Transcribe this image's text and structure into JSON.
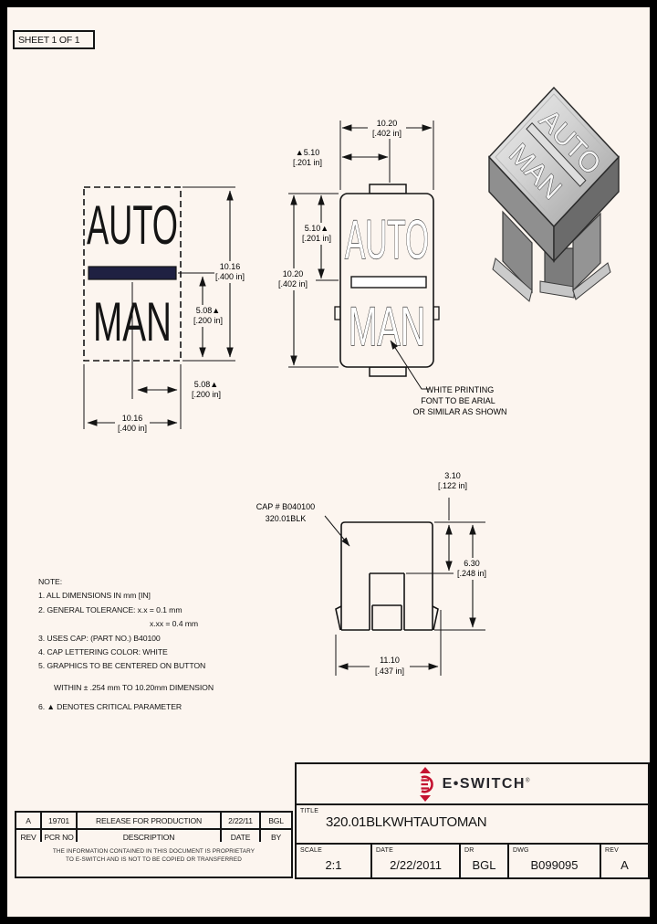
{
  "sheet": {
    "label": "SHEET 1 OF 1"
  },
  "front_view": {
    "auto": "AUTO",
    "man": "MAN",
    "dim_height": {
      "mm": "10.16",
      "in": "[.400 in]"
    },
    "dim_half_height": {
      "mm": "5.08▲",
      "in": "[.200 in]"
    },
    "dim_half_width": {
      "mm": "5.08▲",
      "in": "[.200 in]"
    },
    "dim_width": {
      "mm": "10.16",
      "in": "[.400 in]"
    }
  },
  "top_view": {
    "auto": "AUTO",
    "man": "MAN",
    "dim_width": {
      "mm": "10.20",
      "in": "[.402 in]"
    },
    "dim_half_width": {
      "mm": "▲5.10",
      "in": "[.201 in]"
    },
    "dim_half_height": {
      "mm": "5.10▲",
      "in": "[.201 in]"
    },
    "dim_height": {
      "mm": "10.20",
      "in": "[.402 in]"
    },
    "callout": {
      "line1": "WHITE PRINTING",
      "line2": "FONT TO BE ARIAL",
      "line3": "OR SIMILAR AS SHOWN"
    }
  },
  "iso_view": {
    "auto": "AUTO",
    "man": "MAN"
  },
  "side_view": {
    "callout": {
      "line1": "CAP # B040100",
      "line2": "320.01BLK"
    },
    "dim_step": {
      "mm": "3.10",
      "in": "[.122 in]"
    },
    "dim_height": {
      "mm": "6.30",
      "in": "[.248 in]"
    },
    "dim_width": {
      "mm": "11.10",
      "in": "[.437 in]"
    }
  },
  "notes": {
    "heading": "NOTE:",
    "line1": "1. ALL DIMENSIONS IN mm [IN]",
    "line2a": "2. GENERAL TOLERANCE: x.x = 0.1 mm",
    "line2b": "x.xx = 0.4 mm",
    "line3": "3. USES CAP: (PART NO.) B40100",
    "line4": "4. CAP LETTERING COLOR: WHITE",
    "line5a": "5. GRAPHICS TO BE CENTERED ON BUTTON",
    "line5b": "WITHIN ± .254 mm TO 10.20mm DIMENSION",
    "line6": "6. ▲ DENOTES CRITICAL PARAMETER"
  },
  "revision_table": {
    "rows": [
      [
        "A",
        "19701",
        "RELEASE FOR PRODUCTION",
        "2/22/11",
        "BGL"
      ]
    ],
    "headers": [
      "REV",
      "PCR NO",
      "DESCRIPTION",
      "DATE",
      "BY"
    ],
    "disclaimer_line1": "THE INFORMATION CONTAINED IN THIS DOCUMENT IS PROPRIETARY",
    "disclaimer_line2": "TO E-SWITCH AND IS NOT TO BE COPIED OR TRANSFERRED"
  },
  "title_block": {
    "brand": "E•SWITCH",
    "brand_reg": "®",
    "title_label": "TITLE",
    "title": "320.01BLKWHTAUTOMAN",
    "scale_label": "SCALE",
    "scale": "2:1",
    "date_label": "DATE",
    "date": "2/22/2011",
    "dr_label": "DR",
    "dr": "BGL",
    "dwg_label": "DWG",
    "dwg": "B099095",
    "rev_label": "REV",
    "rev": "A"
  },
  "colors": {
    "accent_red": "#c41230",
    "bar_navy": "#1f2142",
    "line": "#141414",
    "paper": "#fcf5ef"
  }
}
